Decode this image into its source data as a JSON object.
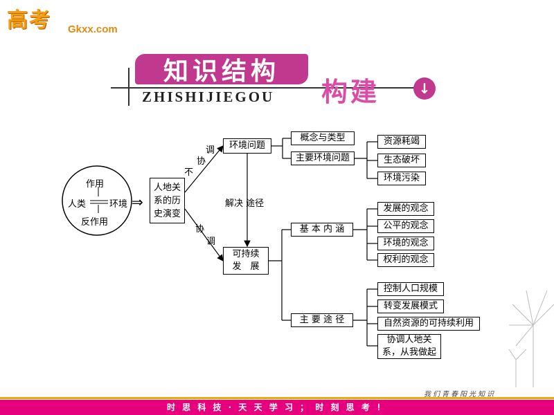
{
  "header": {
    "logo_text": "高考",
    "logo_sub": "Gkxx.com",
    "title": "知识结构",
    "title_pinyin": "ZHISHIJIEGOU",
    "title_sub": "构建",
    "arrow_icon": "↓"
  },
  "diagram": {
    "circle": {
      "top": "作用",
      "left": "人类",
      "right": "环境",
      "bottom": "反作用"
    },
    "double_arrow": "⇒",
    "history_box": "人地关系的历史演变",
    "upper_branch_label_1": "不",
    "upper_branch_label_2": "协",
    "upper_branch_label_3": "调",
    "lower_branch_label_1": "协",
    "lower_branch_label_2": "调",
    "env_problem": "环境问题",
    "sustainable_1": "可持续",
    "sustainable_2": "发　展",
    "solution_label": "解决 途径",
    "concept_type": "概念与类型",
    "main_env_problem": "主要环境问题",
    "problems": [
      "资源耗竭",
      "生态破坏",
      "环境污染"
    ],
    "basic_content": "基 本 内 涵",
    "concepts": [
      "发展的观念",
      "公平的观念",
      "环境的观念",
      "权利的观念"
    ],
    "main_way": "主 要 途 径",
    "ways": [
      "控制人口规模",
      "转变发展模式",
      "自然资源的可持续利用",
      "协调人地关系，从我做起"
    ]
  },
  "footer": {
    "text": "时 思 科 技 · 天 天 学 习 ； 时 刻 思 考 ！",
    "slogan": "我们青春阳光知识"
  },
  "colors": {
    "accent": "#c0398f",
    "footer_bar": "#e6007e",
    "footer_line": "#f3a900"
  }
}
